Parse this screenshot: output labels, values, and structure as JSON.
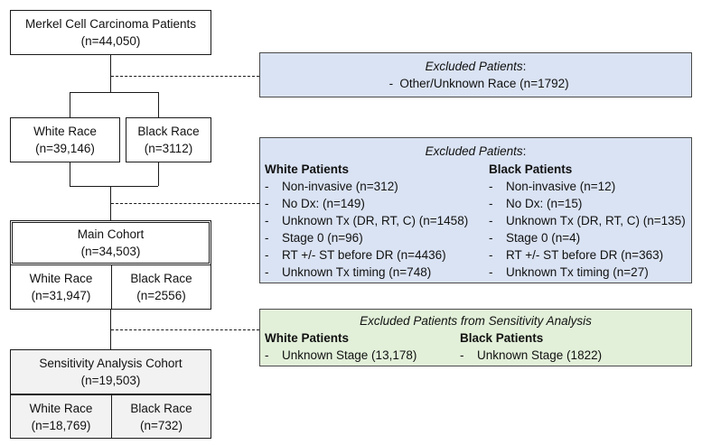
{
  "flow": {
    "top": {
      "title": "Merkel Cell Carcinoma Patients",
      "n": "(n=44,050)"
    },
    "exclusion_race": {
      "title": "Excluded Patients",
      "suffix": ":",
      "items": [
        "Other/Unknown Race (n=1792)"
      ]
    },
    "white_race": {
      "title": "White Race",
      "n": "(n=39,146)"
    },
    "black_race": {
      "title": "Black Race",
      "n": "(n=3112)"
    },
    "exclusion_main": {
      "title": "Excluded Patients",
      "suffix": ":",
      "white": {
        "heading": "White Patients",
        "items": [
          "Non-invasive (n=312)",
          "No Dx: (n=149)",
          "Unknown Tx (DR, RT, C) (n=1458)",
          "Stage 0 (n=96)",
          "RT +/- ST before DR (n=4436)",
          "Unknown Tx timing (n=748)"
        ]
      },
      "black": {
        "heading": "Black Patients",
        "items": [
          "Non-invasive (n=12)",
          "No Dx: (n=15)",
          "Unknown Tx (DR, RT, C) (n=135)",
          "Stage 0 (n=4)",
          "RT +/- ST before DR (n=363)",
          "Unknown Tx timing (n=27)"
        ]
      }
    },
    "main_cohort": {
      "title": "Main Cohort",
      "n": "(n=34,503)",
      "white": {
        "title": "White Race",
        "n": "(n=31,947)"
      },
      "black": {
        "title": "Black Race",
        "n": "(n=2556)"
      }
    },
    "exclusion_sensitivity": {
      "title": "Excluded Patients from Sensitivity Analysis",
      "white": {
        "heading": "White Patients",
        "items": [
          "Unknown Stage (13,178)"
        ]
      },
      "black": {
        "heading": "Black Patients",
        "items": [
          "Unknown Stage (1822)"
        ]
      }
    },
    "sensitivity_cohort": {
      "title": "Sensitivity Analysis Cohort",
      "n": "(n=19,503)",
      "white": {
        "title": "White Race",
        "n": "(n=18,769)"
      },
      "black": {
        "title": "Black Race",
        "n": "(n=732)"
      }
    }
  },
  "colors": {
    "exclusion_fill": "#dae3f3",
    "sensitivity_fill": "#e2f0d9",
    "cohort_fill": "#f2f2f2",
    "line": "#1a1a1a"
  }
}
